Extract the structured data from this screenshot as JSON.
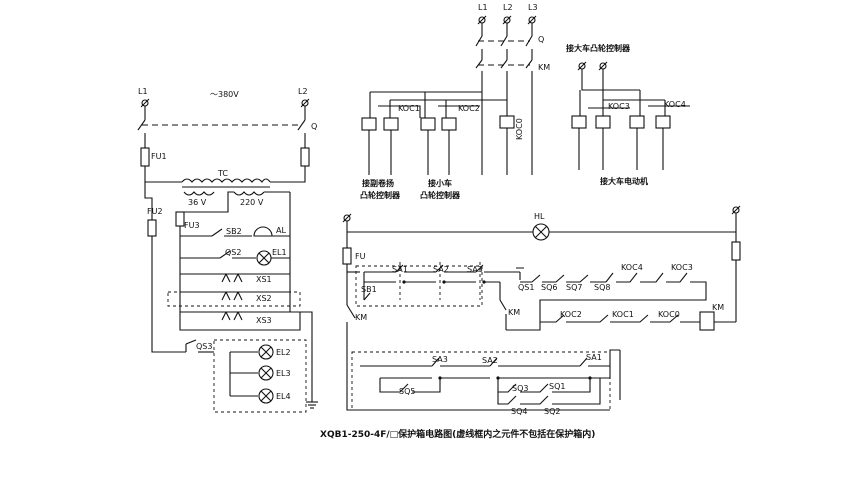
{
  "caption": "XQB1-250-4F/□保护箱电路图(虚线框内之元件不包括在保护箱内)",
  "left_circuit": {
    "line1": "L1",
    "line2": "L2",
    "voltage": "～380V",
    "switch_q": "Q",
    "fuse1": "FU1",
    "fuse2": "FU2",
    "fuse3": "FU3",
    "transformer": "TC",
    "volt_36": "36 V",
    "volt_220": "220 V",
    "button_sb2": "SB2",
    "alarm": "AL",
    "qs2": "QS2",
    "el1": "EL1",
    "xs1": "XS1",
    "xs2": "XS2",
    "xs3": "XS3",
    "qs3": "QS3",
    "el2": "EL2",
    "el3": "EL3",
    "el4": "EL4"
  },
  "top_circuit": {
    "l1": "L1",
    "l2": "L2",
    "l3": "L3",
    "q": "Q",
    "km": "KM",
    "koc1": "KOC1",
    "koc2": "KOC2",
    "koc0": "KOC0",
    "label_hoist_1": "接副卷扬",
    "label_hoist_2": "凸轮控制器",
    "label_trolley_1": "接小车",
    "label_trolley_2": "凸轮控制器",
    "label_bridge_ctrl": "接大车凸轮控制器",
    "koc3": "KOC3",
    "koc4": "KOC4",
    "label_bridge_motor": "接大车电动机"
  },
  "control_circuit": {
    "hl": "HL",
    "fu": "FU",
    "sa1": "SA1",
    "sa2": "SA2",
    "sa3": "SA3",
    "sb1": "SB1",
    "qs1": "QS1",
    "sq6": "SQ6",
    "sq7": "SQ7",
    "sq8": "SQ8",
    "koc4": "KOC4",
    "koc3": "KOC3",
    "km_left": "KM",
    "km_mid": "KM",
    "km_coil": "KM",
    "koc2": "KOC2",
    "koc1": "KOC1",
    "koc0": "KOC0",
    "sa3_b": "SA3",
    "sa2_b": "SA2",
    "sa1_b": "SA1",
    "sq5": "SQ5",
    "sq3": "SQ3",
    "sq1": "SQ1",
    "sq4": "SQ4",
    "sq2": "SQ2"
  }
}
